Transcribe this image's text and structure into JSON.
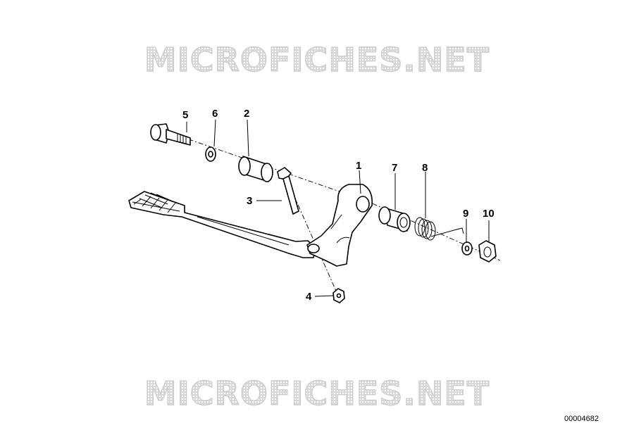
{
  "watermark": {
    "text": "MICROFICHES.NET"
  },
  "reference_number": "00004682",
  "callouts": [
    {
      "id": "1",
      "part": "lever"
    },
    {
      "id": "2",
      "part": "bushing"
    },
    {
      "id": "3",
      "part": "bolt"
    },
    {
      "id": "4",
      "part": "nut"
    },
    {
      "id": "5",
      "part": "screw"
    },
    {
      "id": "6",
      "part": "washer"
    },
    {
      "id": "7",
      "part": "bushing"
    },
    {
      "id": "8",
      "part": "spring"
    },
    {
      "id": "9",
      "part": "washer"
    },
    {
      "id": "10",
      "part": "nut"
    }
  ],
  "colors": {
    "line": "#000000",
    "watermark": "#cdcdcd",
    "background": "#ffffff"
  }
}
